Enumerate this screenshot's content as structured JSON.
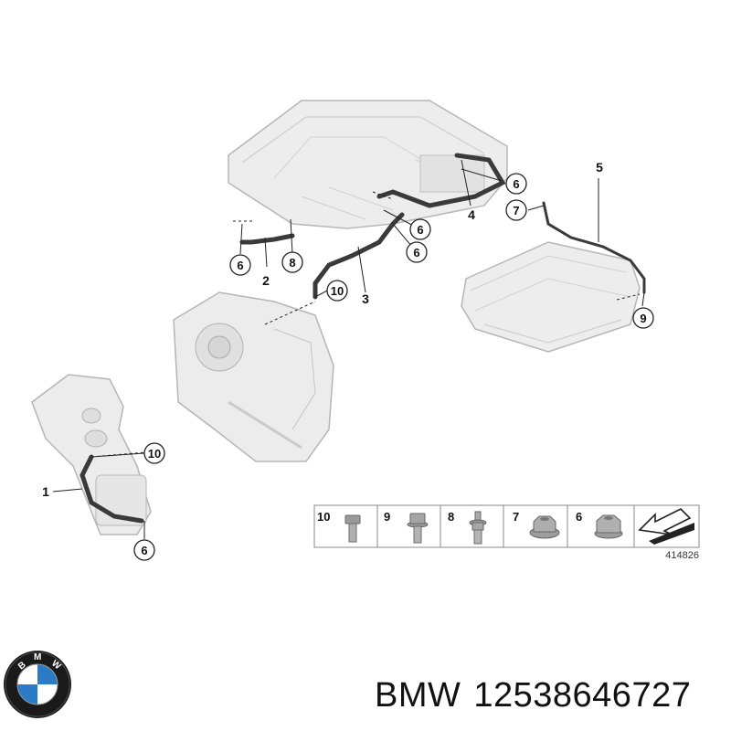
{
  "callouts": {
    "c6a": "6",
    "c2": "2",
    "c8": "8",
    "c6b": "6",
    "c6c": "6",
    "c6d": "6",
    "c3": "3",
    "c10a": "10",
    "c4": "4",
    "c5": "5",
    "c7": "7",
    "c9": "9",
    "c10b": "10",
    "c1": "1",
    "c6e": "6"
  },
  "legend": {
    "items": [
      "10",
      "9",
      "8",
      "7",
      "6"
    ]
  },
  "reference_number": "414826",
  "brand": {
    "name": "BMW",
    "part_number": "12538646727",
    "logo_letters": "BMW"
  },
  "colors": {
    "line": "#222222",
    "component_fill": "#ebebeb",
    "component_stroke": "#b5b5b5",
    "cable": "#3a3a3a",
    "logo_blue": "#2b7bc6",
    "logo_ring": "#111111"
  }
}
